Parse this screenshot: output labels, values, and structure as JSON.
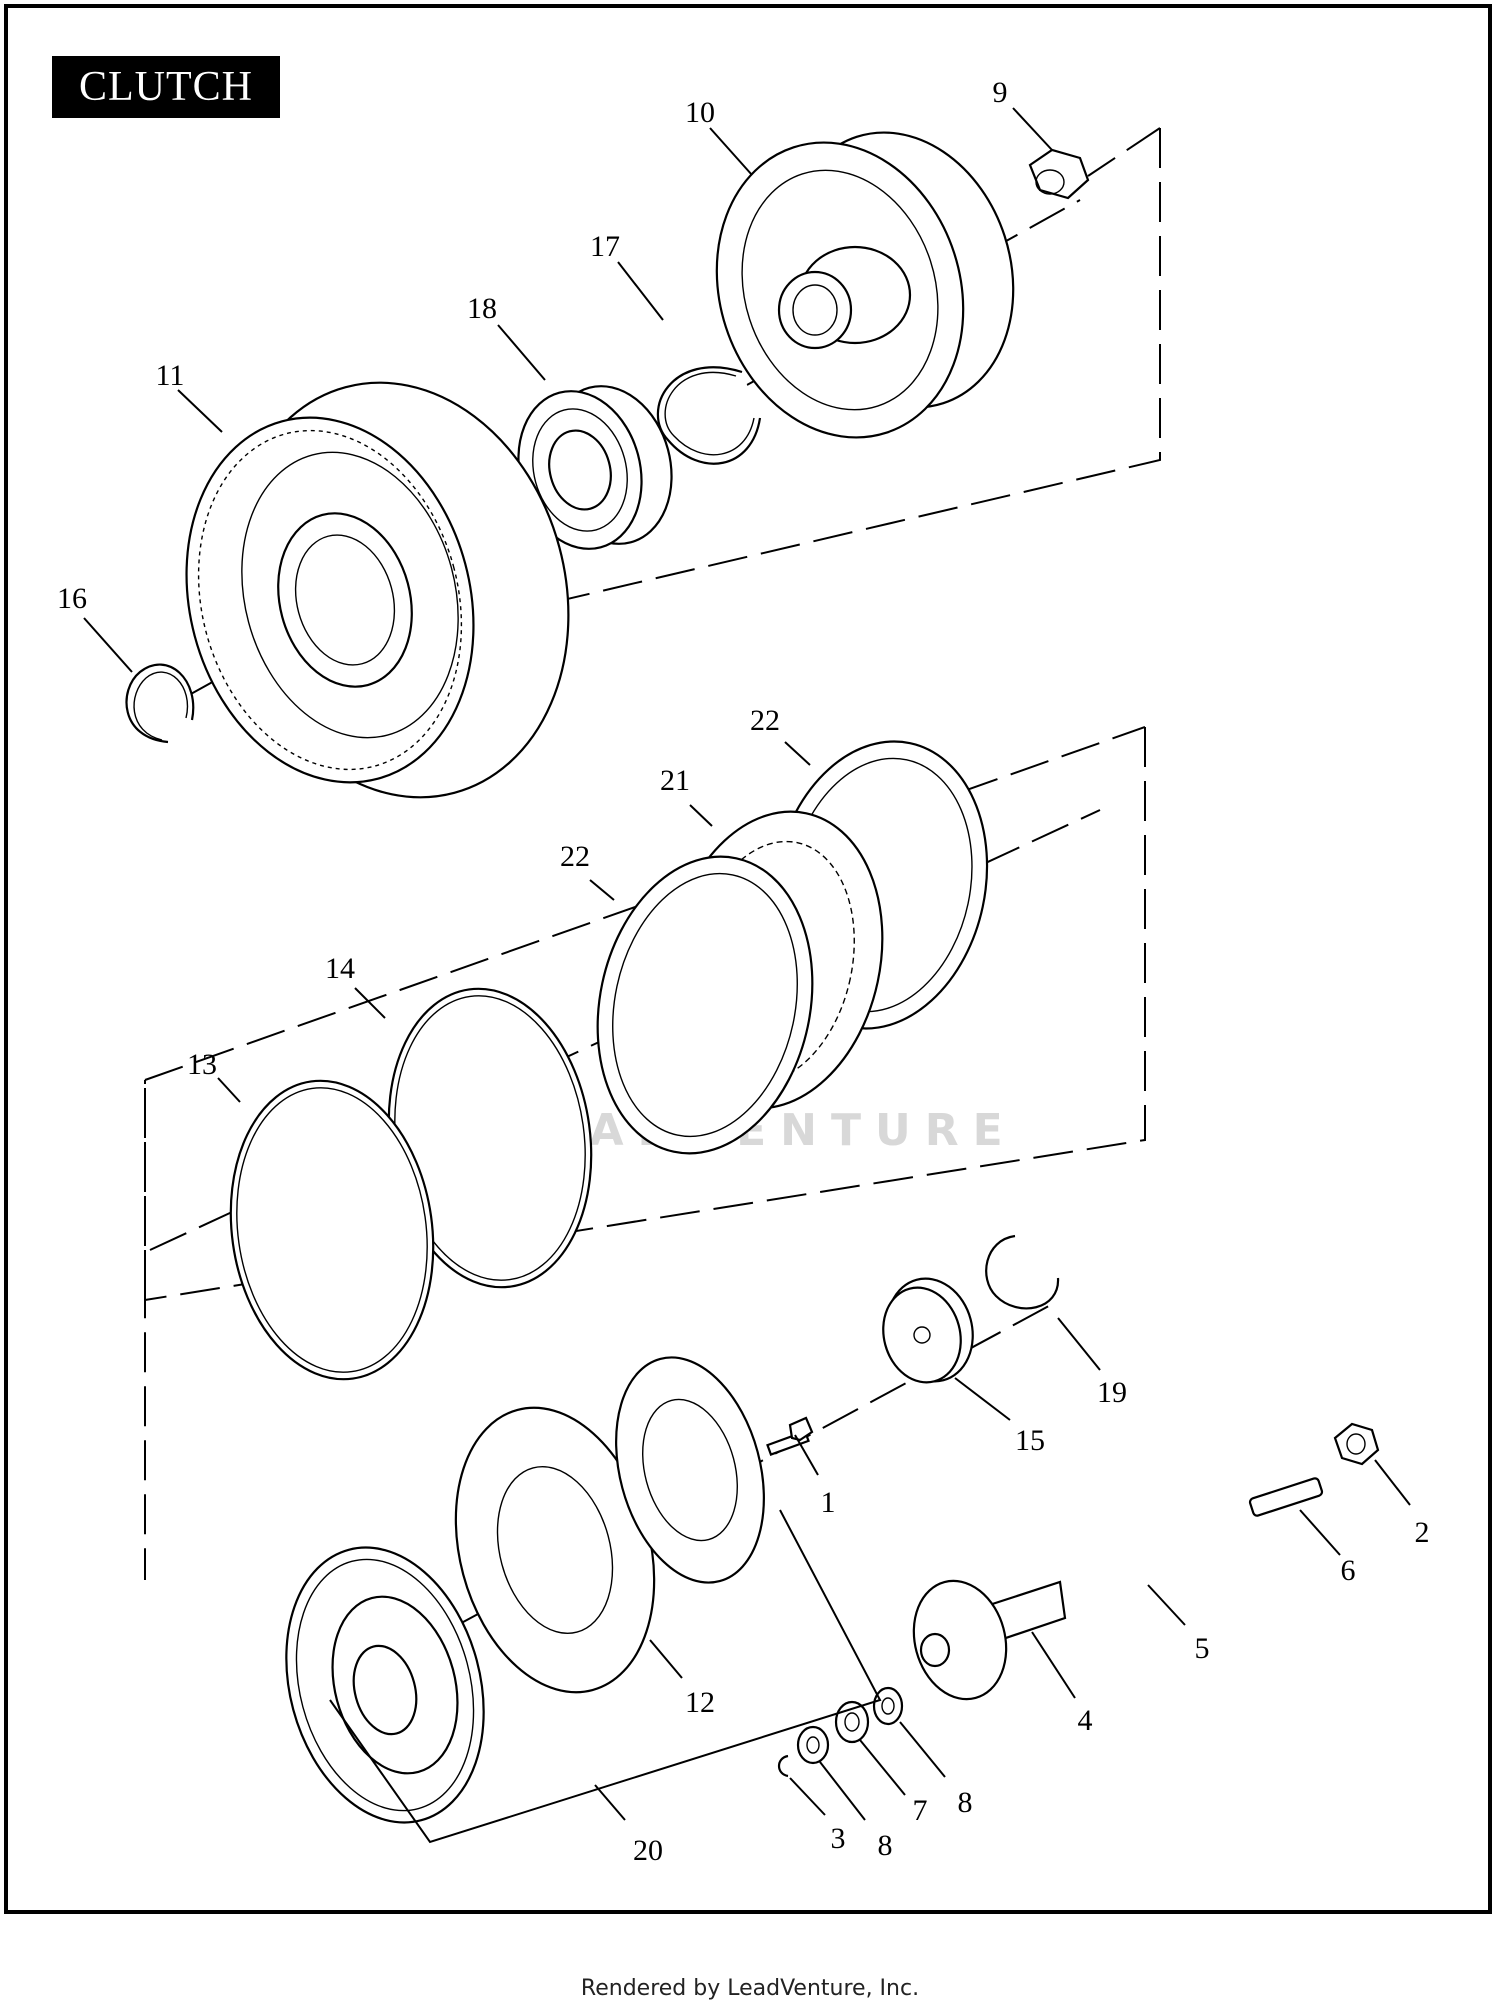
{
  "title": "CLUTCH",
  "watermark": "LEADVENTURE",
  "footer": "Rendered by LeadVenture, Inc.",
  "callouts": [
    {
      "id": "c9",
      "text": "9"
    },
    {
      "id": "c10",
      "text": "10"
    },
    {
      "id": "c17",
      "text": "17"
    },
    {
      "id": "c18",
      "text": "18"
    },
    {
      "id": "c11",
      "text": "11"
    },
    {
      "id": "c16",
      "text": "16"
    },
    {
      "id": "c22a",
      "text": "22"
    },
    {
      "id": "c21",
      "text": "21"
    },
    {
      "id": "c22b",
      "text": "22"
    },
    {
      "id": "c14",
      "text": "14"
    },
    {
      "id": "c13",
      "text": "13"
    },
    {
      "id": "c19",
      "text": "19"
    },
    {
      "id": "c15",
      "text": "15"
    },
    {
      "id": "c1",
      "text": "1"
    },
    {
      "id": "c2",
      "text": "2"
    },
    {
      "id": "c6",
      "text": "6"
    },
    {
      "id": "c5",
      "text": "5"
    },
    {
      "id": "c4",
      "text": "4"
    },
    {
      "id": "c12",
      "text": "12"
    },
    {
      "id": "c8a",
      "text": "8"
    },
    {
      "id": "c7",
      "text": "7"
    },
    {
      "id": "c8b",
      "text": "8"
    },
    {
      "id": "c3",
      "text": "3"
    },
    {
      "id": "c20",
      "text": "20"
    }
  ]
}
